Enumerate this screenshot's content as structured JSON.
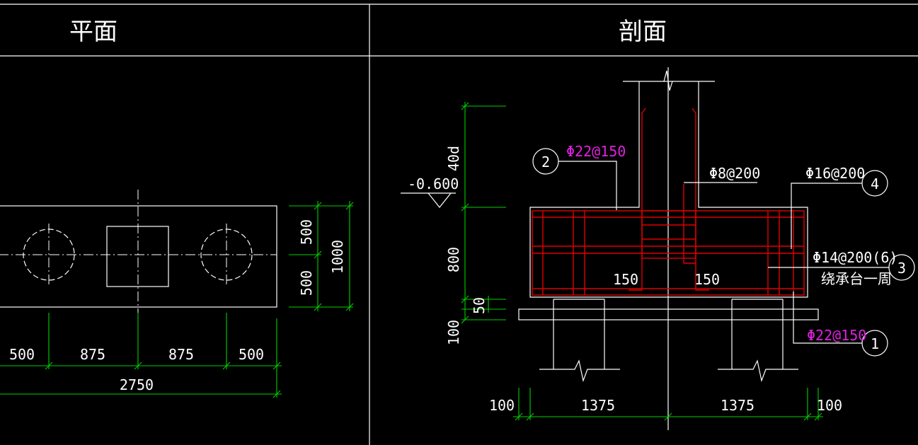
{
  "titles": {
    "plan": "平面",
    "section": "剖面"
  },
  "plan_dims": {
    "seg1": "500",
    "seg2": "875",
    "seg3": "875",
    "seg4": "500",
    "total": "2750",
    "v_top": "500",
    "v_bottom": "500",
    "v_total": "1000"
  },
  "section_dims": {
    "elevation": "-0.600",
    "anchor": "40d",
    "cap_height": "800",
    "cover": "50",
    "bed": "100",
    "left_edge": "100",
    "left_half": "1375",
    "right_half": "1375",
    "right_edge": "100",
    "stirrup_left": "150",
    "stirrup_right": "150"
  },
  "rebar_labels": {
    "r1": "Φ22@150",
    "r2": "Φ22@150",
    "r3": "Φ14@200(6)",
    "r3_note": "绕承台一周",
    "r4": "Φ16@200",
    "stirrup": "Φ8@200"
  },
  "callouts": {
    "c1": "1",
    "c2": "2",
    "c3": "3",
    "c4": "4"
  },
  "colors": {
    "background": "#000000",
    "lines": "#ffffff",
    "dimensions": "#00d000",
    "rebar": "#e00000",
    "rebar_text": "#e020e0"
  }
}
